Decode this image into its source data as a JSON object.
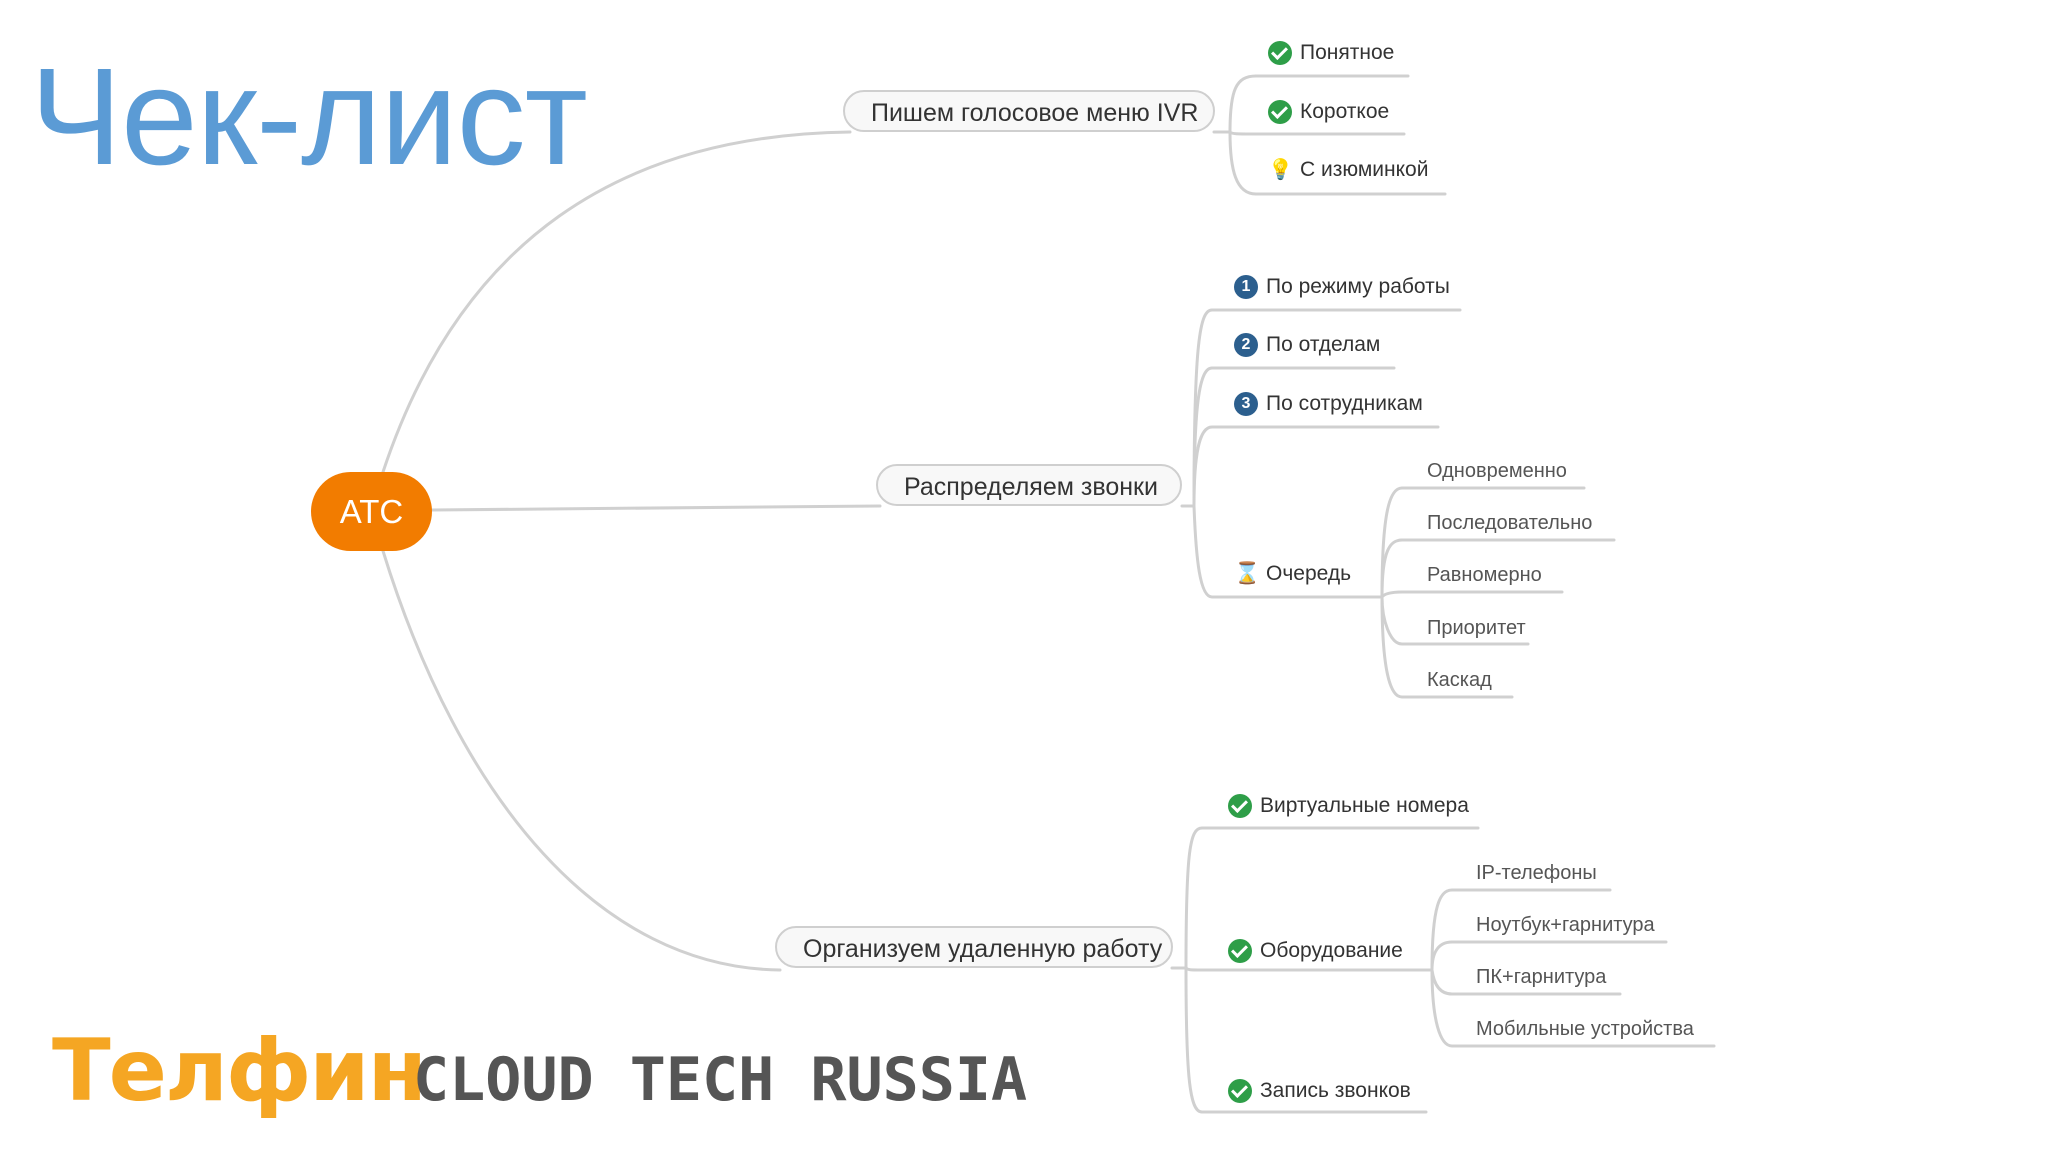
{
  "title": "Чек-лист",
  "root": "АТС",
  "branches": [
    {
      "label": "Пишем голосовое меню IVR",
      "children": [
        {
          "icon": "check-icon",
          "label": "Понятное"
        },
        {
          "icon": "check-icon",
          "label": "Короткое"
        },
        {
          "icon": "lightbulb-icon",
          "label": "С изюминкой"
        }
      ]
    },
    {
      "label": "Распределяем звонки",
      "children": [
        {
          "icon": "number-1-icon",
          "badge": "1",
          "label": "По режиму работы"
        },
        {
          "icon": "number-2-icon",
          "badge": "2",
          "label": "По отделам"
        },
        {
          "icon": "number-3-icon",
          "badge": "3",
          "label": "По сотрудникам"
        },
        {
          "icon": "hourglass-icon",
          "label": "Очередь",
          "children": [
            "Одновременно",
            "Последовательно",
            "Равномерно",
            "Приоритет",
            "Каскад"
          ]
        }
      ]
    },
    {
      "label": "Организуем удаленную работу",
      "children": [
        {
          "icon": "check-icon",
          "label": "Виртуальные номера"
        },
        {
          "icon": "check-icon",
          "label": "Оборудование",
          "children": [
            "IP-телефоны",
            "Ноутбук+гарнитура",
            "ПК+гарнитура",
            "Мобильные устройства"
          ]
        },
        {
          "icon": "check-icon",
          "label": "Запись звонков"
        }
      ]
    }
  ],
  "branding": {
    "logo": "Телфин",
    "tagline": "CLOUD TECH RUSSIA"
  },
  "colors": {
    "title": "#5b9bd5",
    "root": "#f27c00",
    "check": "#2e9e48",
    "number_badge": "#2c5f8e",
    "logo": "#f5a623",
    "connector": "#cfcfcf"
  }
}
